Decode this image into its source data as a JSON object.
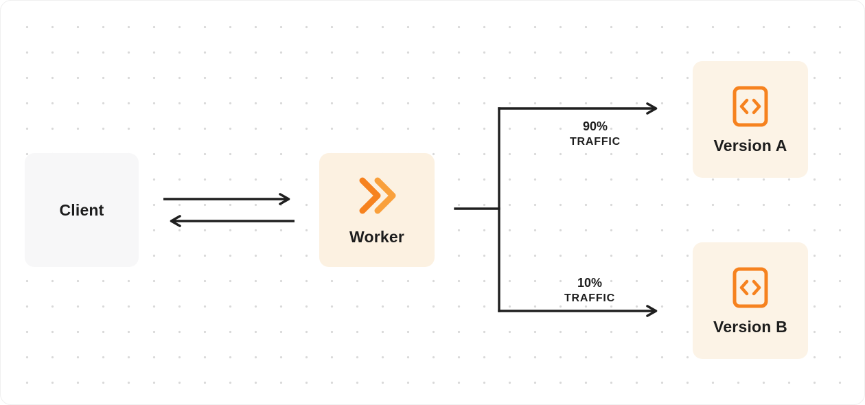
{
  "diagram": {
    "nodes": {
      "client": {
        "label": "Client"
      },
      "worker": {
        "label": "Worker"
      },
      "version_a": {
        "label": "Version A"
      },
      "version_b": {
        "label": "Version B"
      }
    },
    "edges": {
      "client_worker": {
        "direction": "bidirectional"
      },
      "to_version_a": {
        "percent": "90%",
        "caption": "TRAFFIC"
      },
      "to_version_b": {
        "percent": "10%",
        "caption": "TRAFFIC"
      }
    },
    "colors": {
      "accent_orange": "#f6821f",
      "accent_orange_light": "#f9a03c",
      "worker_node_bg": "#fcf1e1",
      "version_node_bg": "#fcf3e6",
      "client_node_bg": "#f7f7f8",
      "line_dark": "#1f1f1f",
      "dot_grid": "#d9d9d9"
    },
    "icons": {
      "worker": "workers-chevrons-icon",
      "version": "code-brackets-icon"
    }
  }
}
